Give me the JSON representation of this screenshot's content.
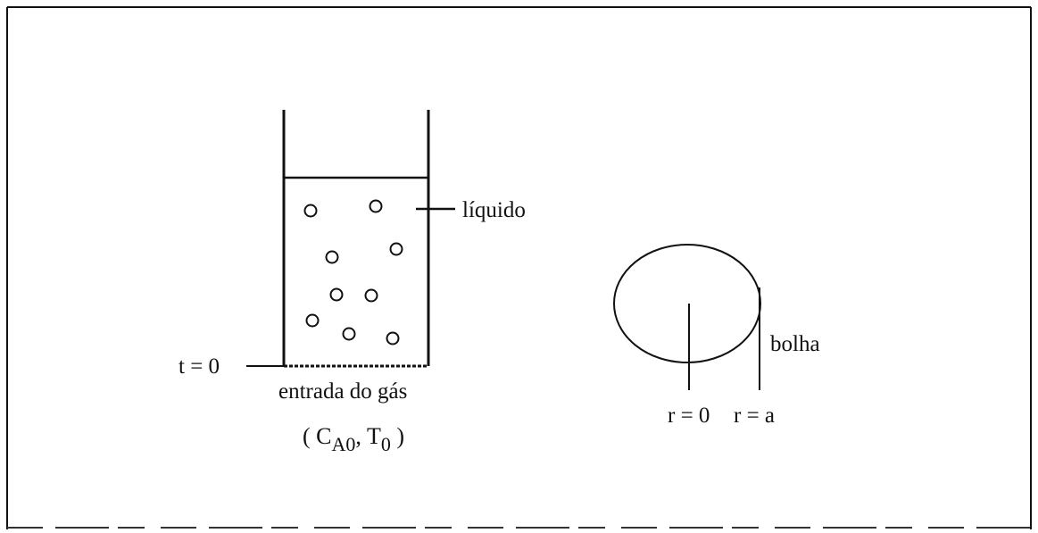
{
  "labels": {
    "liquid": "líquido",
    "time_start": "t = 0",
    "gas_inlet": "entrada do gás",
    "inlet_open_paren": "( ",
    "conc_main": "C",
    "conc_sub": "A0",
    "comma": ", ",
    "temp_main": "T",
    "temp_sub": "0",
    "inlet_close_paren": " )",
    "bubble": "bolha",
    "r_zero": "r = 0",
    "r_a": "r = a"
  },
  "colors": {
    "ink": "#111111",
    "background": "#ffffff"
  }
}
